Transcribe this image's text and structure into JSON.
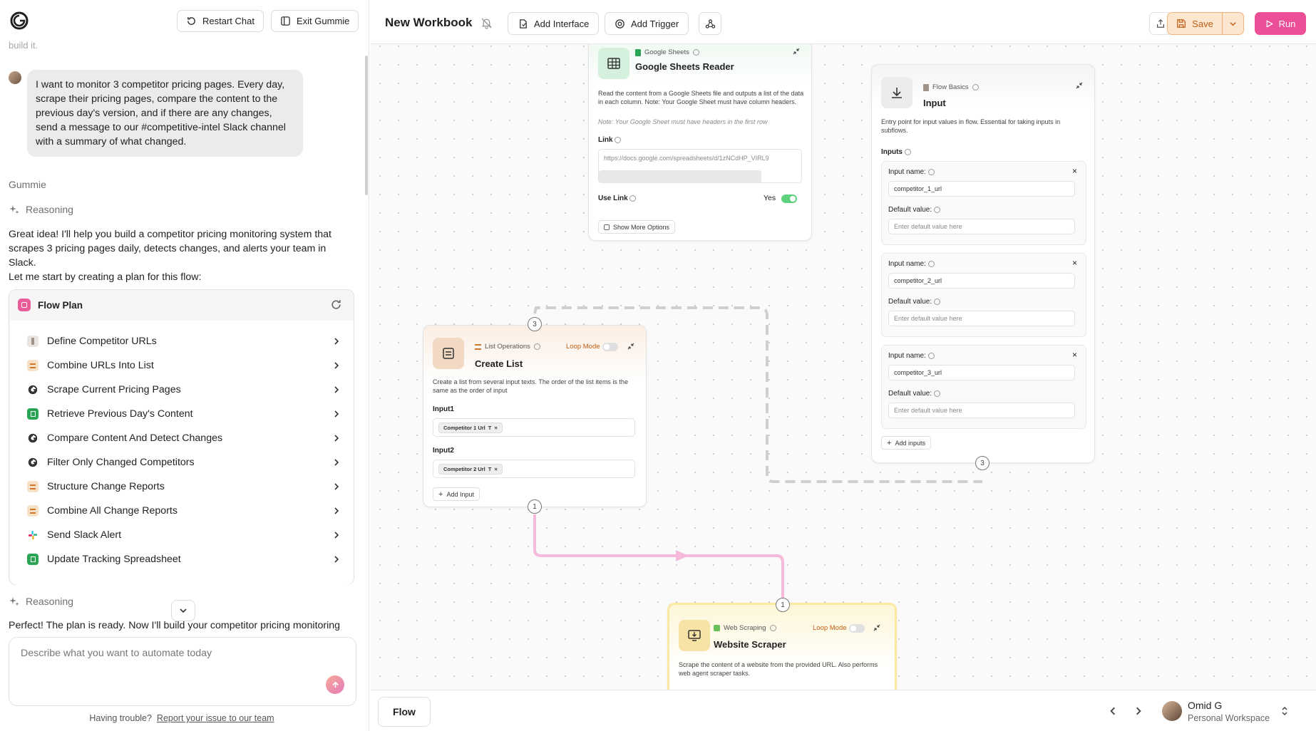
{
  "chat": {
    "restart_label": "Restart Chat",
    "exit_label": "Exit Gummie",
    "faded_text": "build it.",
    "user_message": "I want to monitor 3 competitor pricing pages. Every day, scrape their pricing pages, compare the content to the previous day's version, and if there are any changes, send a message to our #competitive-intel Slack channel with a summary of what changed.",
    "assistant_name": "Gummie",
    "reasoning_label": "Reasoning",
    "reasoning_label_2": "Reasoning",
    "reply_1": "Great idea! I'll help you build a competitor pricing monitoring system that scrapes 3 pricing pages daily, detects changes, and alerts your team in Slack.",
    "reply_2": "Let me start by creating a plan for this flow:",
    "plan": {
      "title": "Flow Plan",
      "items": [
        {
          "label": "Define Competitor URLs",
          "icon": "input-icon"
        },
        {
          "label": "Combine URLs Into List",
          "icon": "list-operations-icon"
        },
        {
          "label": "Scrape Current Pricing Pages",
          "icon": "gumloop-icon"
        },
        {
          "label": "Retrieve Previous Day's Content",
          "icon": "google-sheets-icon"
        },
        {
          "label": "Compare Content And Detect Changes",
          "icon": "gumloop-icon"
        },
        {
          "label": "Filter Only Changed Competitors",
          "icon": "gumloop-icon"
        },
        {
          "label": "Structure Change Reports",
          "icon": "list-operations-icon"
        },
        {
          "label": "Combine All Change Reports",
          "icon": "list-operations-icon"
        },
        {
          "label": "Send Slack Alert",
          "icon": "slack-icon"
        },
        {
          "label": "Update Tracking Spreadsheet",
          "icon": "google-sheets-icon"
        }
      ]
    },
    "reply_3": "Perfect! The plan is ready. Now I'll build your competitor pricing monitoring",
    "composer_placeholder": "Describe what you want to automate today",
    "trouble_text": "Having trouble?",
    "trouble_link": "Report your issue to our team"
  },
  "toolbar": {
    "title": "New Workbook",
    "add_interface": "Add Interface",
    "add_trigger": "Add Trigger",
    "save": "Save",
    "run": "Run"
  },
  "nodes": {
    "sheets": {
      "category": "Google Sheets",
      "title": "Google Sheets Reader",
      "desc": "Read the content from a Google Sheets file and outputs a list of the data in each column. Note: Your Google Sheet must have column headers.",
      "note": "Note: Your Google Sheet must have headers in the first row",
      "link_label": "Link",
      "link_value": "https://docs.google.com/spreadsheets/d/1zNCdHP_VIRL9",
      "use_link_label": "Use Link",
      "use_link_value": "Yes",
      "more_options": "Show More Options"
    },
    "input": {
      "category": "Flow Basics",
      "title": "Input",
      "desc": "Entry point for input values in flow. Essential for taking inputs in subflows.",
      "inputs_label": "Inputs",
      "name_label": "Input name:",
      "default_label": "Default value:",
      "default_placeholder": "Enter default value here",
      "inputs": [
        "competitor_1_url",
        "competitor_2_url",
        "competitor_3_url"
      ],
      "add_inputs": "Add inputs",
      "port": "3"
    },
    "list": {
      "category": "List Operations",
      "loop_mode": "Loop Mode",
      "title": "Create List",
      "desc": "Create a list from several input texts. The order of the list items is the same as the order of input",
      "input1_label": "Input1",
      "input1_chip": "Competitor 1 Url",
      "input2_label": "Input2",
      "input2_chip": "Competitor 2 Url",
      "add_input": "Add Input",
      "port_top": "3",
      "port_bottom": "1"
    },
    "scraper": {
      "category": "Web Scraping",
      "loop_mode": "Loop Mode",
      "title": "Website Scraper",
      "desc": "Scrape the content of a website from the provided URL. Also performs web agent scraper tasks.",
      "port": "1"
    }
  },
  "bottom": {
    "tab": "Flow",
    "user_name": "Omid G",
    "workspace": "Personal Workspace"
  },
  "colors": {
    "accent_pink": "#ec4f98",
    "save_orange": "#c05e12",
    "connector_pink": "#f5b9dc",
    "connector_dashed": "#cfcfcf"
  }
}
